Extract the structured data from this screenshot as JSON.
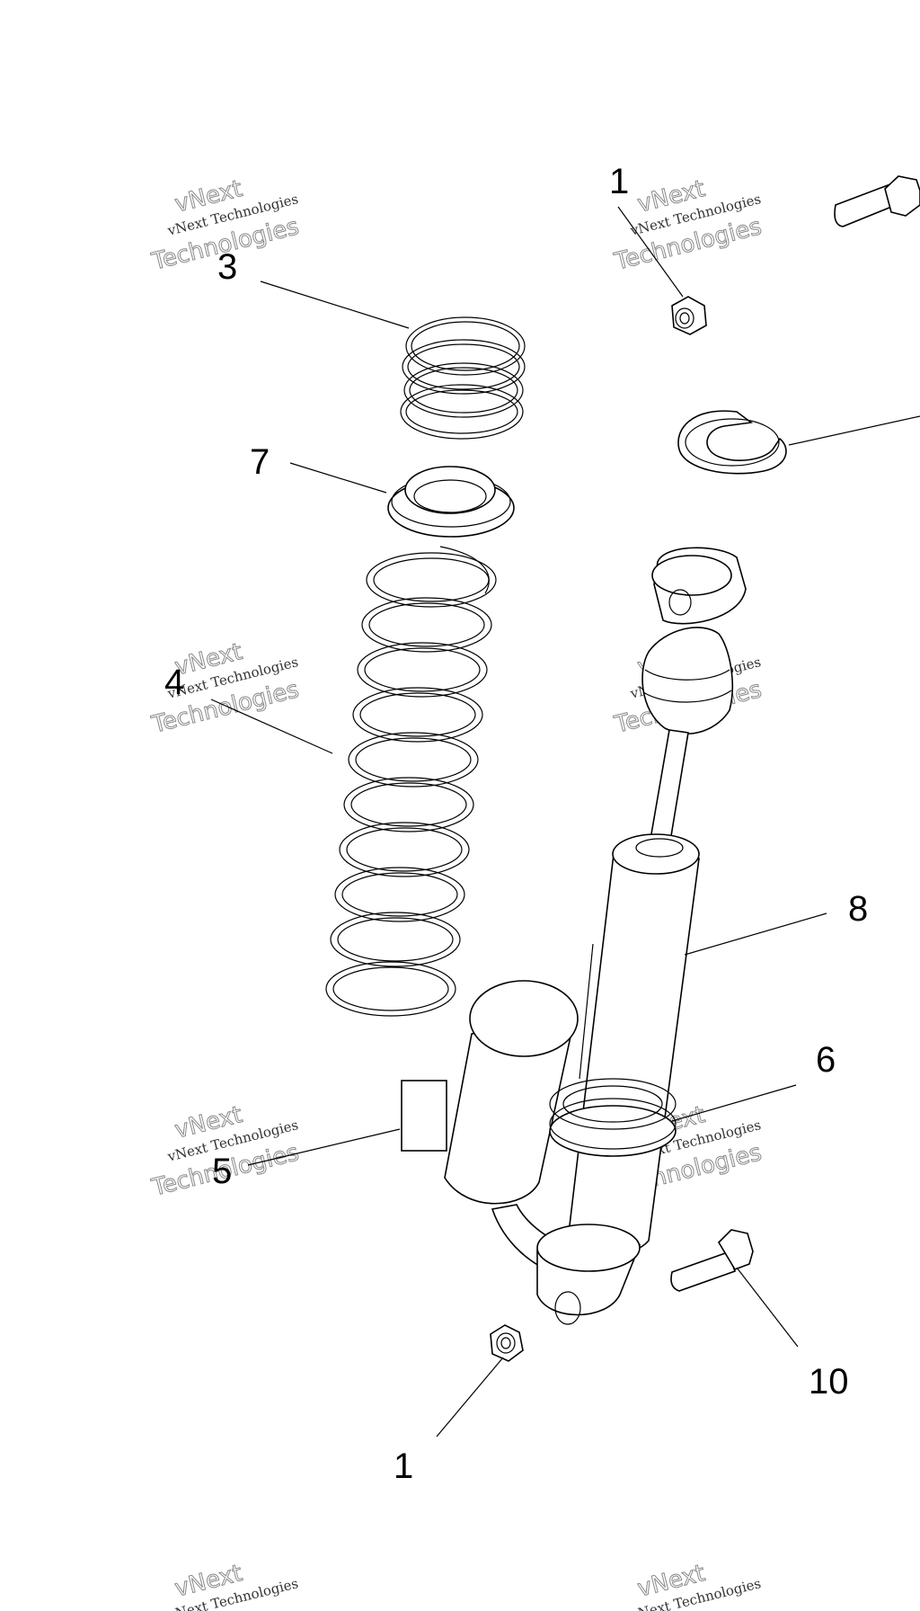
{
  "callouts": {
    "c1_top": "1",
    "c3": "3",
    "c7": "7",
    "c4": "4",
    "c8": "8",
    "c6": "6",
    "c5": "5",
    "c10": "10",
    "c1_bottom": "1"
  },
  "watermark": {
    "line1": "vNext",
    "line2": "vNext Technologies",
    "line3": "Technologies"
  }
}
